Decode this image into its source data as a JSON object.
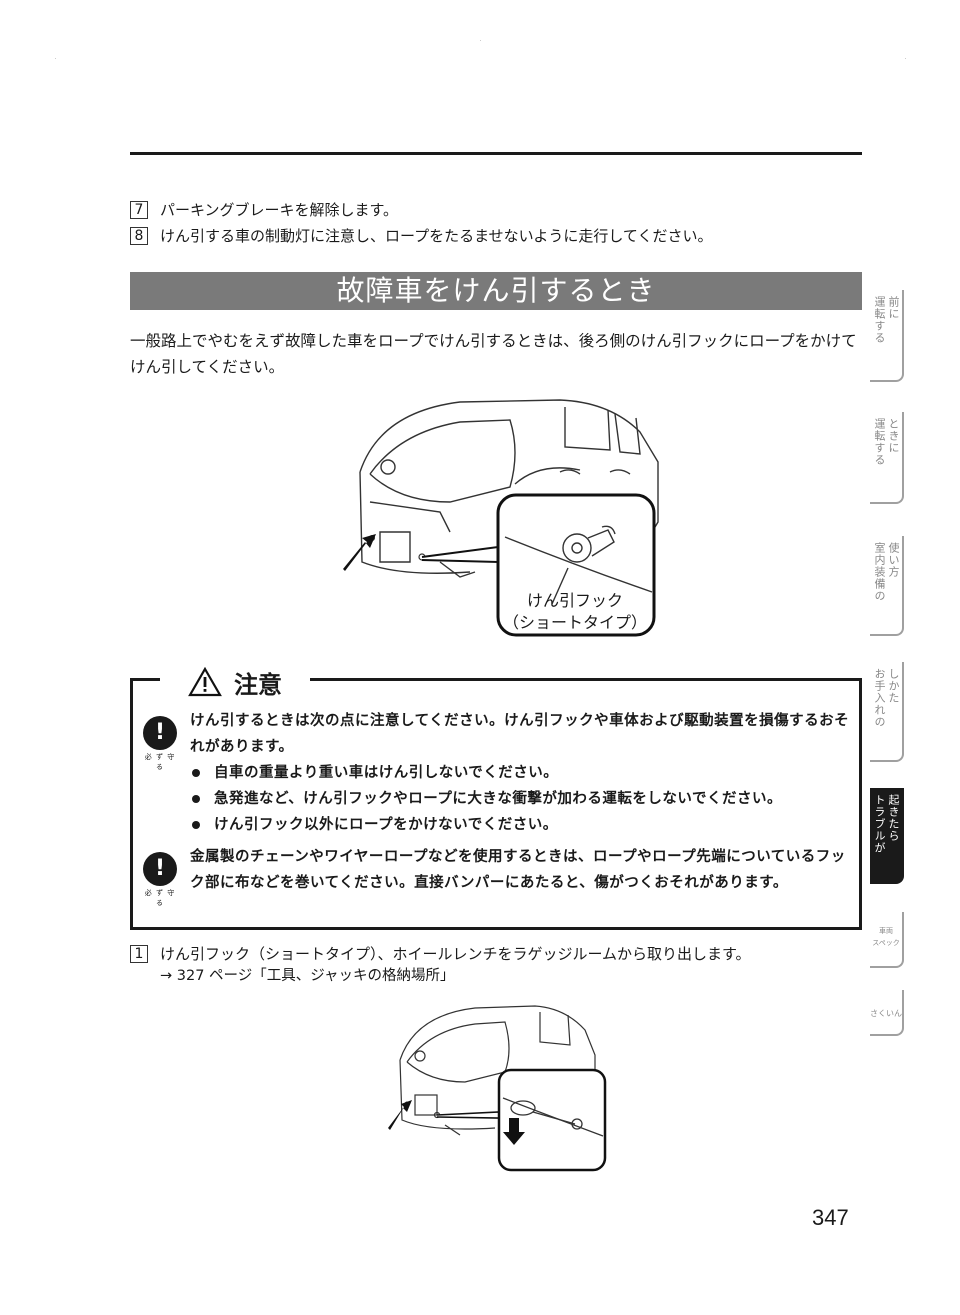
{
  "steps_top": [
    {
      "num": "7",
      "text": "パーキングブレーキを解除します。"
    },
    {
      "num": "8",
      "text": "けん引する車の制動灯に注意し、ロープをたるませないように走行してください。"
    }
  ],
  "section": {
    "title": "故障車をけん引するとき"
  },
  "intro": "一般路上でやむをえず故障した車をロープでけん引するときは、後ろ側のけん引フックにロープをかけてけん引してください。",
  "figure1": {
    "callout_line1": "けん引フック",
    "callout_line2": "（ショートタイプ）"
  },
  "caution": {
    "title": "注意",
    "icon_caption": "必 ず 守 る",
    "block1": "けん引するときは次の点に注意してください。けん引フックや車体および駆動装置を損傷するおそれがあります。",
    "bullets": [
      "自車の重量より重い車はけん引しないでください。",
      "急発進など、けん引フックやロープに大きな衝撃が加わる運転をしないでください。",
      "けん引フック以外にロープをかけないでください。"
    ],
    "block2": "金属製のチェーンやワイヤーロープなどを使用するときは、ロープやロープ先端についているフック部に布などを巻いてください。直接バンパーにあたると、傷がつくおそれがあります。"
  },
  "step_bottom": {
    "num": "1",
    "text": "けん引フック（ショートタイプ）、ホイールレンチをラゲッジルームから取り出します。"
  },
  "reference": "→ 327 ページ「工具、ジャッキの格納場所」",
  "page_number": "347",
  "side_tabs": [
    {
      "col1": "運転する",
      "col2": "前に"
    },
    {
      "col1": "運転する",
      "col2": "ときに"
    },
    {
      "col1": "室内装備の",
      "col2": "使い方"
    },
    {
      "col1": "お手入れの",
      "col2": "しかた"
    },
    {
      "col1": "トラブルが",
      "col2": "起きたら"
    },
    {
      "col1": "車両",
      "col2": "スペック"
    },
    {
      "col1": "さくいん",
      "col2": ""
    }
  ]
}
